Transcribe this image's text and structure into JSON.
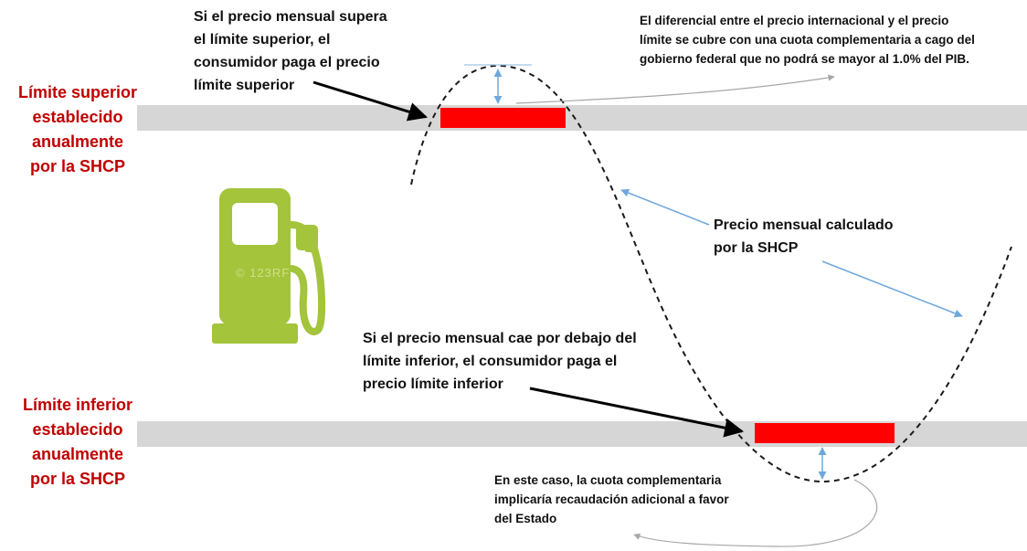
{
  "labels": {
    "upper_limit": "Límite superior\nestablecido\nanualmente\npor la SHCP",
    "lower_limit": "Límite inferior\nestablecido\nanualmente\npor la SHCP"
  },
  "notes": {
    "upper": "Si el precio mensual supera\nel límite superior, el\nconsumidor paga el precio\nlímite superior",
    "lower": "Si el precio mensual cae por debajo del\nlímite inferior, el consumidor paga el\nprecio límite inferior",
    "differential": "El diferencial entre el precio internacional y el precio\nlímite se cubre con una cuota complementaria a cago del\ngobierno federal que no podrá se mayor al 1.0% del PIB.",
    "monthly_price": "Precio mensual calculado\npor la SHCP",
    "additional_revenue": "En este caso, la cuota complementaria\nimplicaría recaudación adicional a favor\ndel Estado"
  },
  "pump": {
    "icon": "fuel-pump-icon",
    "watermark": "© 123RF"
  },
  "colors": {
    "limit_label": "#c00000",
    "limit_bar": "#ff0000",
    "band": "#d6d6d6",
    "pump": "#a3c43b",
    "arrow_blue": "#6fa8dc",
    "arrow_gray": "#a6a6a6"
  }
}
